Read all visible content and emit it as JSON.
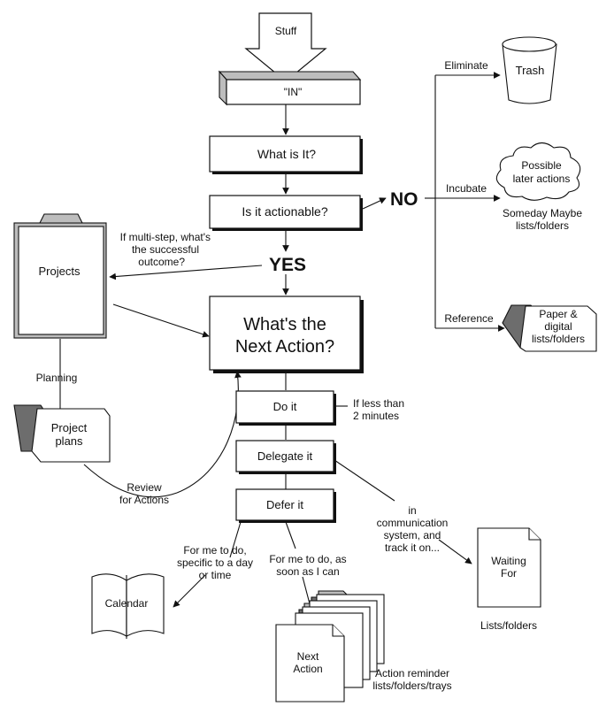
{
  "nodes": {
    "stuff": "Stuff",
    "in_tray": "\"IN\"",
    "what_is_it": "What is It?",
    "actionable": "Is it  actionable?",
    "no": "NO",
    "yes": "YES",
    "next_action_1": "What's the",
    "next_action_2": "Next Action?",
    "do_it": "Do it",
    "delegate_it": "Delegate it",
    "defer_it": "Defer it",
    "trash": "Trash",
    "possible_1": "Possible",
    "possible_2": "later actions",
    "paper_1": "Paper &",
    "paper_2": "digital",
    "paper_3": "lists/folders",
    "projects": "Projects",
    "project_plans_1": "Project",
    "project_plans_2": "plans",
    "calendar": "Calendar",
    "next_action_doc_1": "Next",
    "next_action_doc_2": "Action",
    "waiting_1": "Waiting",
    "waiting_2": "For"
  },
  "labels": {
    "eliminate": "Eliminate",
    "incubate": "Incubate",
    "someday_1": "Someday Maybe",
    "someday_2": "lists/folders",
    "reference": "Reference",
    "multistep_1": "If multi-step, what's",
    "multistep_2": "the successful",
    "multistep_3": "outcome?",
    "planning": "Planning",
    "review_1": "Review",
    "review_2": "for Actions",
    "less_1": "If less than",
    "less_2": "2 minutes",
    "comm_1": "in",
    "comm_2": "communication",
    "comm_3": "system, and",
    "comm_4": "track it on...",
    "specific_1": "For me to do,",
    "specific_2": "specific to a day",
    "specific_3": "or time",
    "asap_1": "For me to do, as",
    "asap_2": "soon as I can",
    "lists_folders": "Lists/folders",
    "reminder_1": "Action reminder",
    "reminder_2": "lists/folders/trays"
  }
}
